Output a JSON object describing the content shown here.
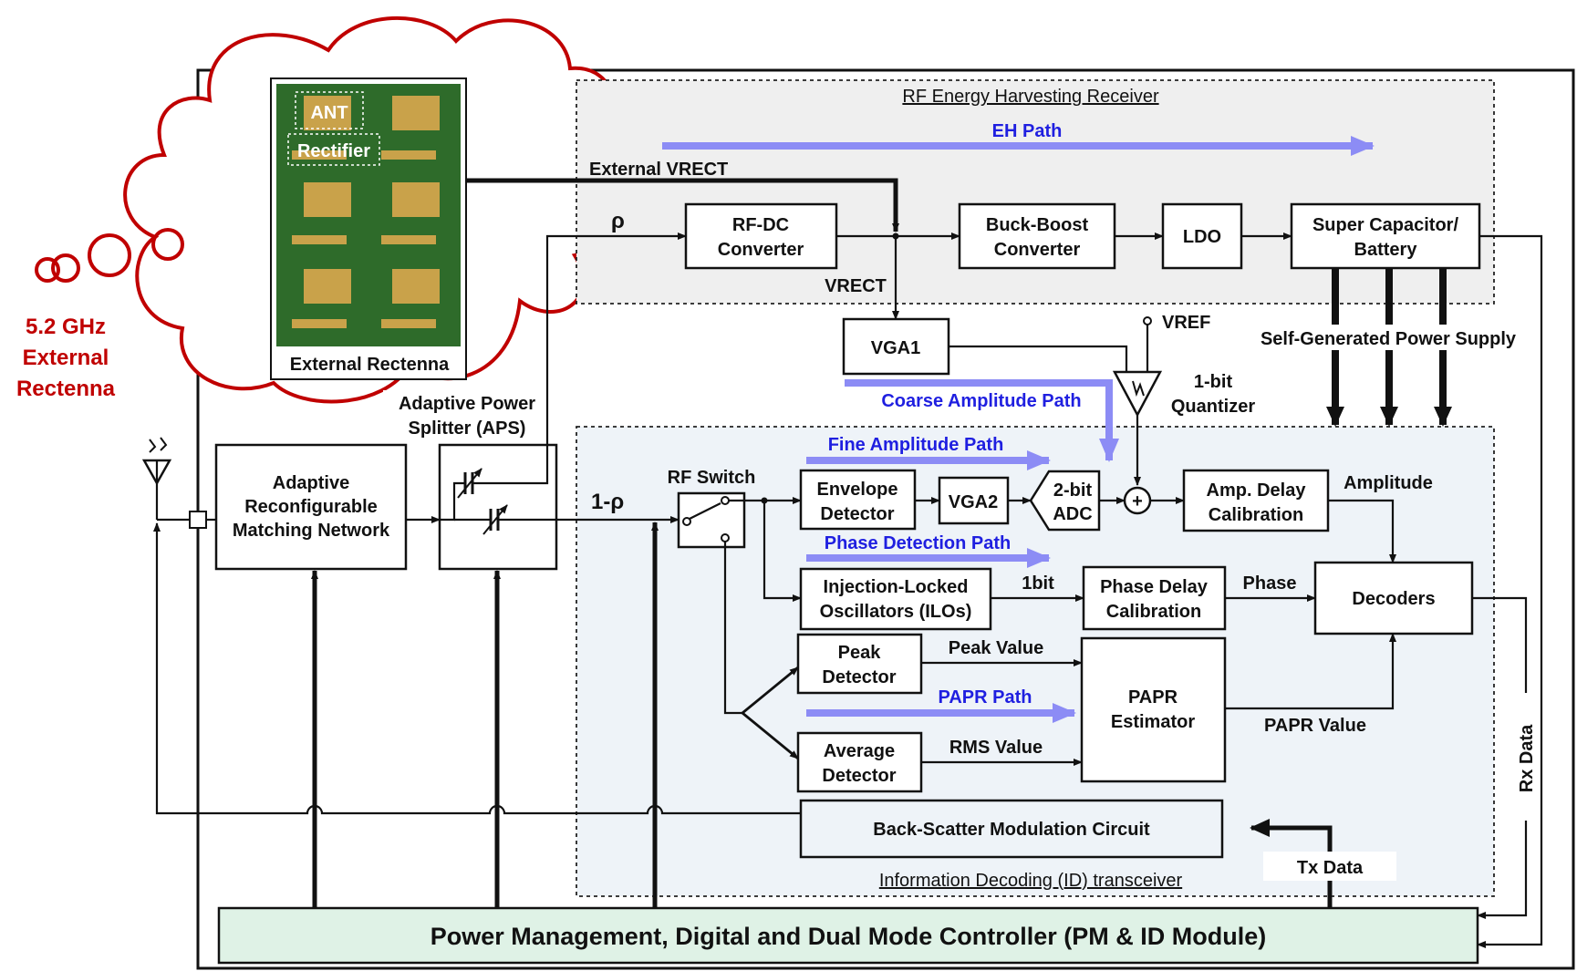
{
  "external": {
    "freq_line1": "5.2 GHz",
    "freq_line2": "External",
    "freq_line3": "Rectenna",
    "photo_caption": "External Rectenna",
    "ant_label": "ANT",
    "rectifier_label": "Rectifier"
  },
  "eh": {
    "title": "RF Energy Harvesting Receiver",
    "path_label": "EH Path",
    "ext_vrect": "External VRECT",
    "rho": "ρ",
    "rfdc_1": "RF-DC",
    "rfdc_2": "Converter",
    "vrect": "VRECT",
    "bb_1": "Buck-Boost",
    "bb_2": "Converter",
    "ldo": "LDO",
    "sc_1": "Super Capacitor/",
    "sc_2": "Battery",
    "self_gen": "Self-Generated Power Supply"
  },
  "front": {
    "amn_1": "Adaptive",
    "amn_2": "Reconfigurable",
    "amn_3": "Matching Network",
    "aps_1": "Adaptive Power",
    "aps_2": "Splitter (APS)",
    "one_minus_rho": "1-ρ"
  },
  "id": {
    "title": "Information Decoding (ID) transceiver",
    "vga1": "VGA1",
    "vref": "VREF",
    "quant_1": "1-bit",
    "quant_2": "Quantizer",
    "coarse_path": "Coarse Amplitude Path",
    "fine_path": "Fine Amplitude Path",
    "rf_switch": "RF Switch",
    "env_1": "Envelope",
    "env_2": "Detector",
    "vga2": "VGA2",
    "adc_1": "2-bit",
    "adc_2": "ADC",
    "plus": "+",
    "ampd_1": "Amp. Delay",
    "ampd_2": "Calibration",
    "amplitude": "Amplitude",
    "phase_path": "Phase Detection Path",
    "ilo_1": "Injection-Locked",
    "ilo_2": "Oscillators (ILOs)",
    "onebit": "1bit",
    "phd_1": "Phase Delay",
    "phd_2": "Calibration",
    "phase": "Phase",
    "decoders": "Decoders",
    "peak_1": "Peak",
    "peak_2": "Detector",
    "peak_value": "Peak Value",
    "papr_path": "PAPR Path",
    "papr_1": "PAPR",
    "papr_2": "Estimator",
    "papr_value": "PAPR Value",
    "avg_1": "Average",
    "avg_2": "Detector",
    "rms_value": "RMS Value",
    "backscatter": "Back-Scatter Modulation Circuit",
    "rx_data": "Rx Data",
    "tx_data": "Tx Data"
  },
  "pm": {
    "label": "Power Management, Digital and Dual Mode Controller (PM & ID Module)"
  },
  "colors": {
    "accent_blue": "#1f1fe0",
    "path_arrow": "#8c8cf5",
    "cloud_red": "#c00000",
    "eh_region": "#efefef",
    "id_region": "#eef3f8",
    "pm_fill": "#dff2e6",
    "pcb_green": "#2e6b2a"
  }
}
